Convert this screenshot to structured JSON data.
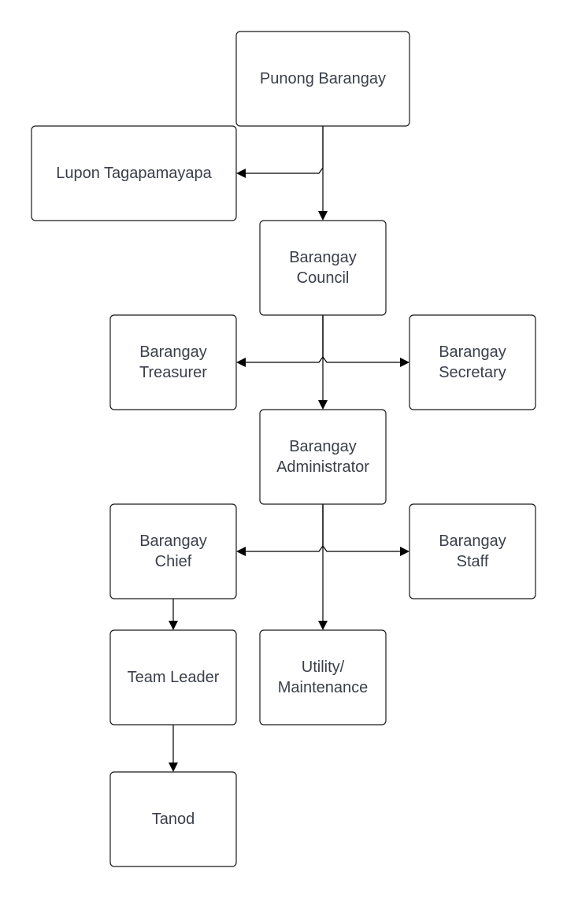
{
  "nodes": {
    "punong_barangay": [
      "Punong Barangay"
    ],
    "lupon_tagapamayapa": [
      "Lupon Tagapamayapa"
    ],
    "barangay_council": [
      "Barangay",
      "Council"
    ],
    "barangay_treasurer": [
      "Barangay",
      "Treasurer"
    ],
    "barangay_secretary": [
      "Barangay",
      "Secretary"
    ],
    "barangay_administrator": [
      "Barangay",
      "Administrator"
    ],
    "barangay_chief": [
      "Barangay",
      "Chief"
    ],
    "barangay_staff": [
      "Barangay",
      "Staff"
    ],
    "team_leader": [
      "Team Leader"
    ],
    "utility_maintenance": [
      "Utility/",
      "Maintenance"
    ],
    "tanod": [
      "Tanod"
    ]
  },
  "edges": [
    {
      "from": "punong_barangay",
      "to": "lupon_tagapamayapa"
    },
    {
      "from": "punong_barangay",
      "to": "barangay_council"
    },
    {
      "from": "barangay_council",
      "to": "barangay_treasurer"
    },
    {
      "from": "barangay_council",
      "to": "barangay_secretary"
    },
    {
      "from": "barangay_council",
      "to": "barangay_administrator"
    },
    {
      "from": "barangay_administrator",
      "to": "barangay_chief"
    },
    {
      "from": "barangay_administrator",
      "to": "barangay_staff"
    },
    {
      "from": "barangay_administrator",
      "to": "utility_maintenance"
    },
    {
      "from": "barangay_chief",
      "to": "team_leader"
    },
    {
      "from": "team_leader",
      "to": "tanod"
    }
  ],
  "colors": {
    "box_border": "#1a1a1a",
    "box_fill": "#ffffff",
    "label_text": "#3a3f4a",
    "connector": "#000000"
  }
}
